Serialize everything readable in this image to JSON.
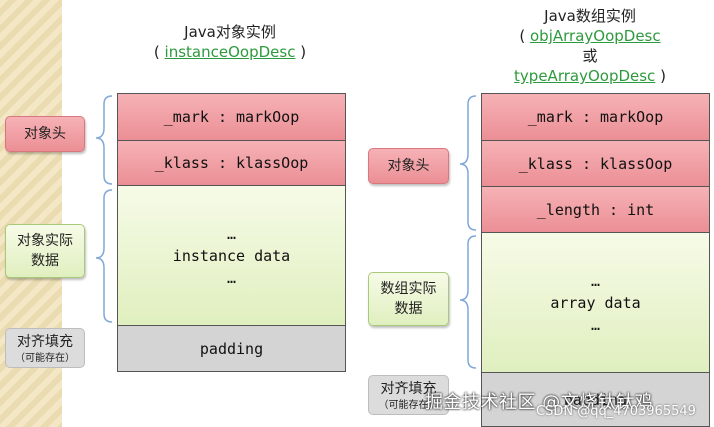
{
  "left": {
    "title": "Java对象实例",
    "paren_open": "(",
    "desc": "instanceOopDesc",
    "paren_close": ")",
    "cells": {
      "mark": "_mark : markOop",
      "klass": "_klass : klassOop",
      "dots_top": "…",
      "data": "instance data",
      "dots_bottom": "…",
      "padding": "padding"
    },
    "labels": {
      "header": "对象头",
      "data_line1": "对象实际",
      "data_line2": "数据",
      "padding_main": "对齐填充",
      "padding_sub": "（可能存在）"
    }
  },
  "right": {
    "title": "Java数组实例",
    "paren_open": "(",
    "desc1": "objArrayOopDesc",
    "or": "或",
    "desc2": "typeArrayOopDesc",
    "paren_close": ")",
    "cells": {
      "mark": "_mark : markOop",
      "klass": "_klass : klassOop",
      "length": "_length : int",
      "dots_top": "…",
      "data": "array data",
      "dots_bottom": "…",
      "padding": "padding"
    },
    "labels": {
      "header": "对象头",
      "data_line1": "数组实际",
      "data_line2": "数据",
      "padding_main": "对齐填充",
      "padding_sub": "（可能存在）"
    }
  },
  "watermark": {
    "main": "掘金技术社区 @文烧钛钛鸡",
    "sub": "CSDN @qq_4703965549"
  },
  "colors": {
    "header_red": "#eb8f95",
    "data_green": "#e0efbf",
    "padding_gray": "#d4d4d4",
    "link_green": "#2e9a3d",
    "brace_blue": "#7fa8d8"
  }
}
